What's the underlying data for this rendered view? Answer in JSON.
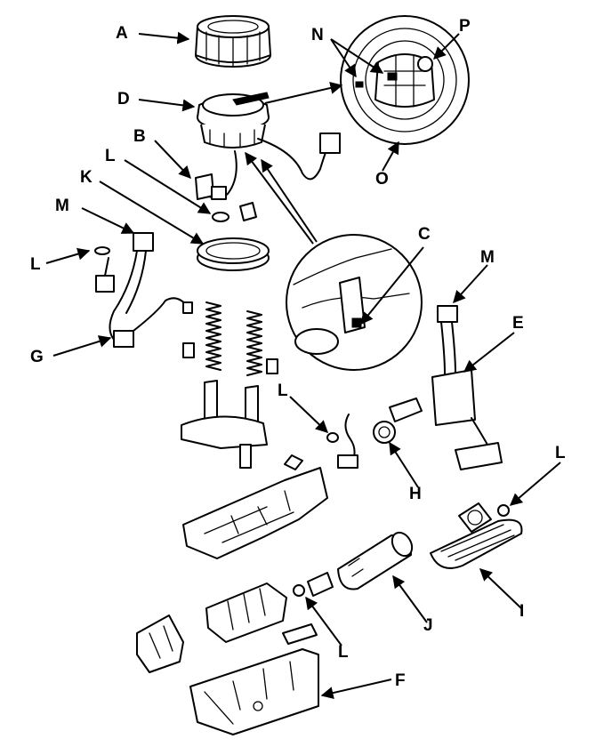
{
  "callouts": {
    "A": "A",
    "B": "B",
    "C": "C",
    "D": "D",
    "E": "E",
    "F": "F",
    "G": "G",
    "H": "H",
    "I": "I",
    "J": "J",
    "K": "K",
    "L1": "L",
    "L2": "L",
    "L3": "L",
    "L4": "L",
    "L5": "L",
    "M1": "M",
    "M2": "M",
    "N": "N",
    "O": "O",
    "P": "P"
  }
}
